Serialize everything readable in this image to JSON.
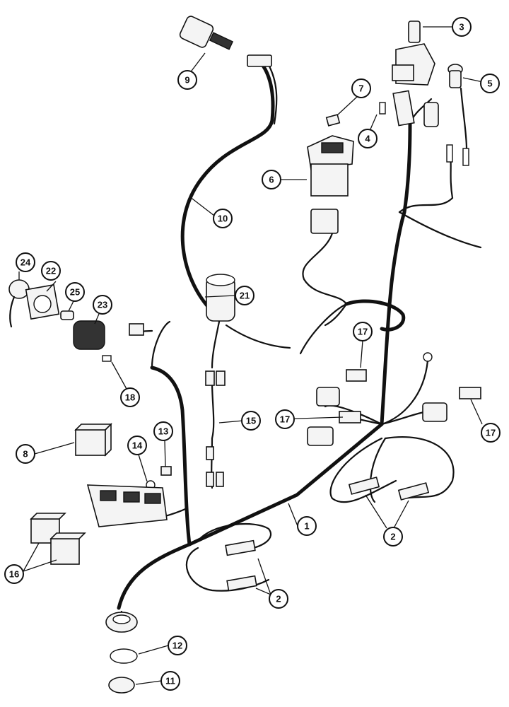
{
  "diagram": {
    "callouts": [
      {
        "id": "c1",
        "label": "1"
      },
      {
        "id": "c2a",
        "label": "2"
      },
      {
        "id": "c2b",
        "label": "2"
      },
      {
        "id": "c3",
        "label": "3"
      },
      {
        "id": "c4",
        "label": "4"
      },
      {
        "id": "c5",
        "label": "5"
      },
      {
        "id": "c6",
        "label": "6"
      },
      {
        "id": "c7",
        "label": "7"
      },
      {
        "id": "c8",
        "label": "8"
      },
      {
        "id": "c9",
        "label": "9"
      },
      {
        "id": "c10",
        "label": "10"
      },
      {
        "id": "c11",
        "label": "11"
      },
      {
        "id": "c12",
        "label": "12"
      },
      {
        "id": "c13",
        "label": "13"
      },
      {
        "id": "c14",
        "label": "14"
      },
      {
        "id": "c15",
        "label": "15"
      },
      {
        "id": "c16",
        "label": "16"
      },
      {
        "id": "c17a",
        "label": "17"
      },
      {
        "id": "c17b",
        "label": "17"
      },
      {
        "id": "c17c",
        "label": "17"
      },
      {
        "id": "c18",
        "label": "18"
      },
      {
        "id": "c21",
        "label": "21"
      },
      {
        "id": "c22",
        "label": "22"
      },
      {
        "id": "c23",
        "label": "23"
      },
      {
        "id": "c24",
        "label": "24"
      },
      {
        "id": "c25",
        "label": "25"
      }
    ]
  }
}
